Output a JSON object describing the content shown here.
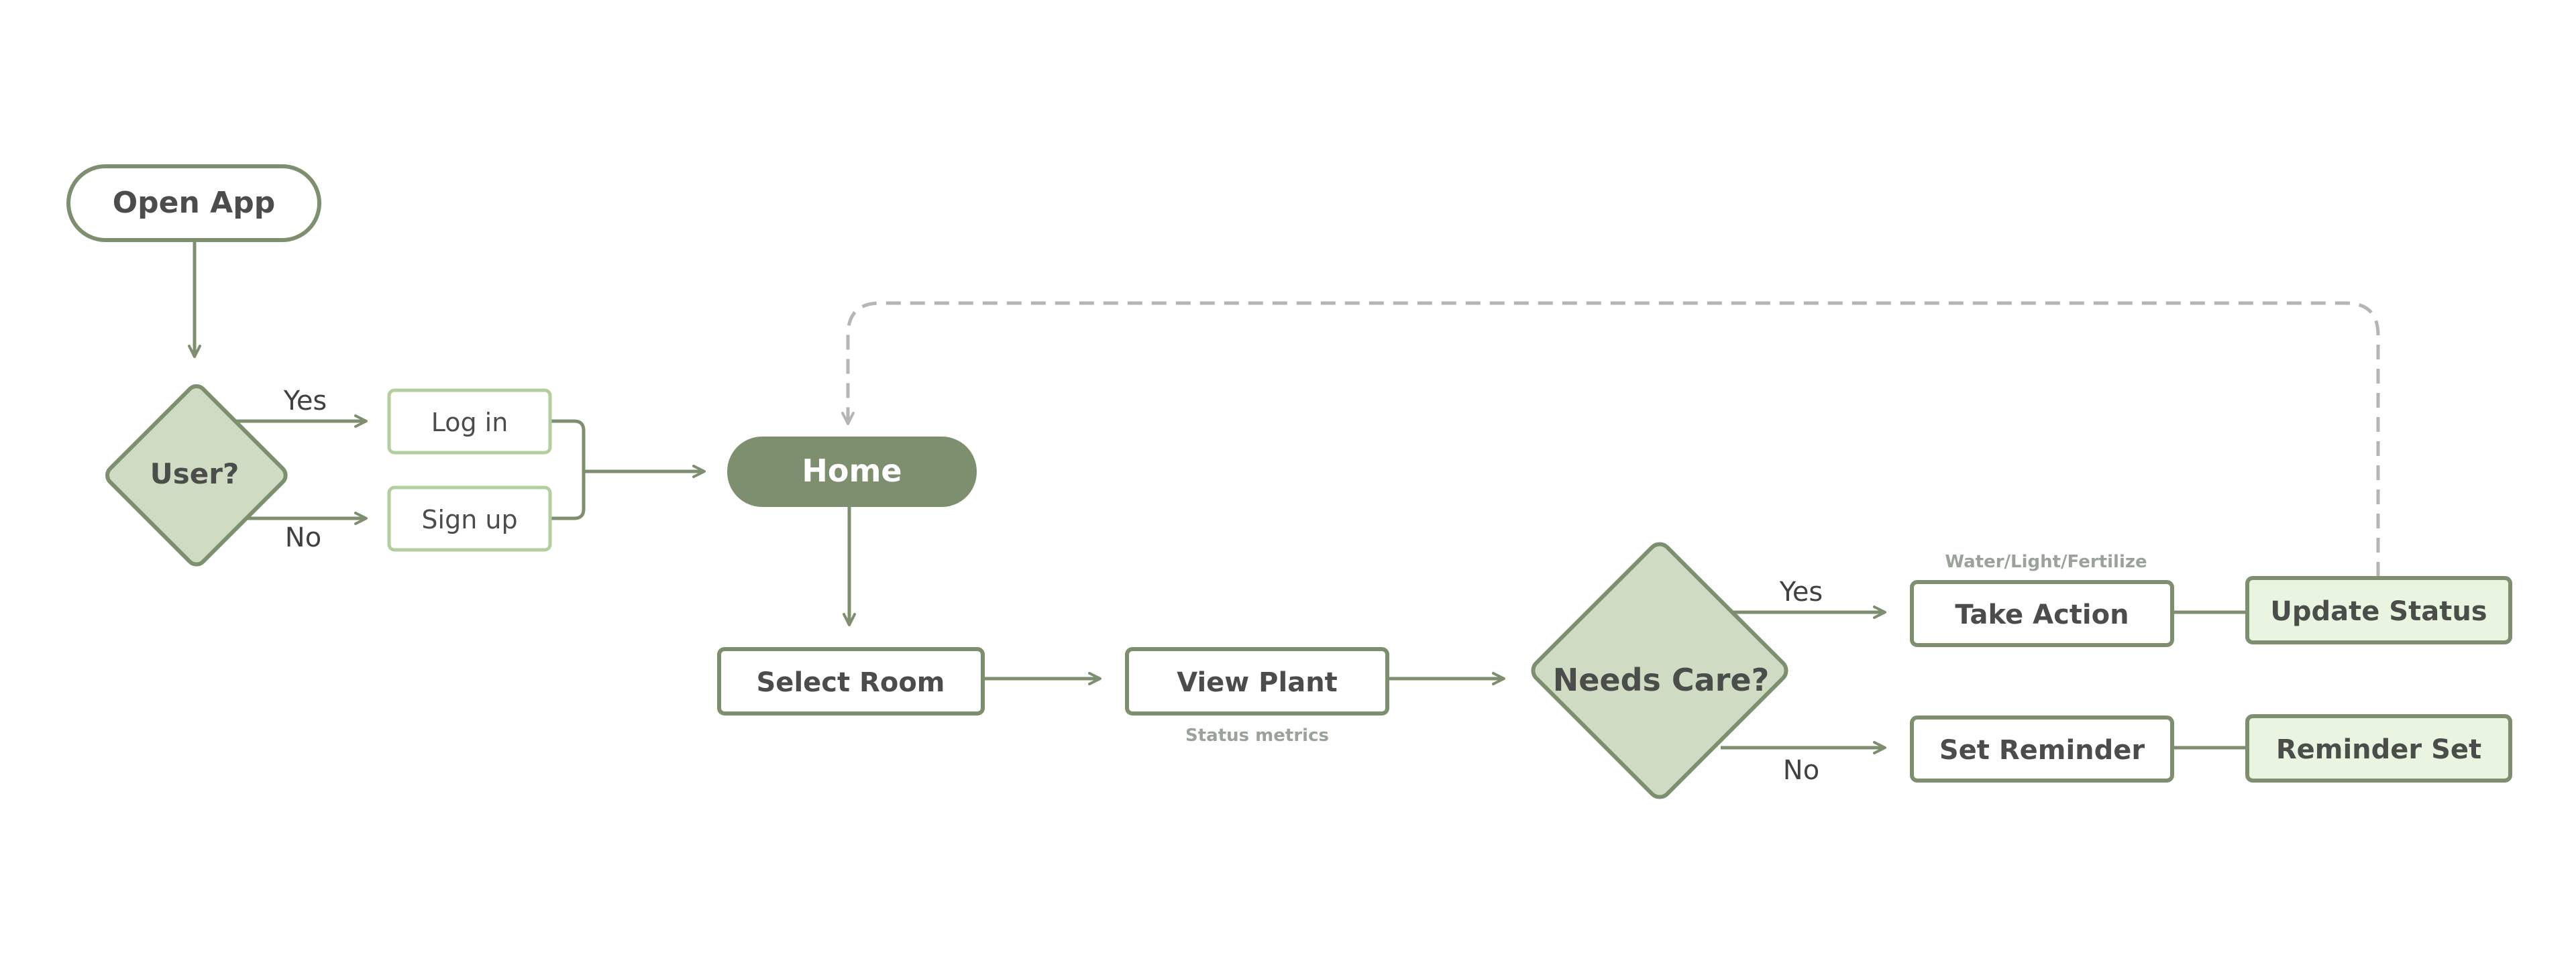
{
  "colors": {
    "stroke": "#7d8f6f",
    "fill_diamond": "#cfdcc3",
    "fill_home": "#7d8f6f",
    "fill_light": "#e9f4e1",
    "stroke_light": "#b3cf9f",
    "dashed": "#b5b5b5",
    "text": "#4a4d4a",
    "text_on_dark": "#ffffff",
    "note": "#9aa39a"
  },
  "nodes": {
    "open_app": "Open App",
    "user": "User?",
    "log_in": "Log in",
    "sign_up": "Sign up",
    "home": "Home",
    "select_room": "Select Room",
    "view_plant": "View Plant",
    "needs_care": "Needs Care?",
    "take_action": "Take Action",
    "update_status": "Update Status",
    "set_reminder": "Set Reminder",
    "reminder_set": "Reminder Set"
  },
  "edge_labels": {
    "user_yes": "Yes",
    "user_no": "No",
    "care_yes": "Yes",
    "care_no": "No"
  },
  "notes": {
    "status_metrics": "Status metrics",
    "water_light_fertilize": "Water/Light/Fertilize"
  }
}
